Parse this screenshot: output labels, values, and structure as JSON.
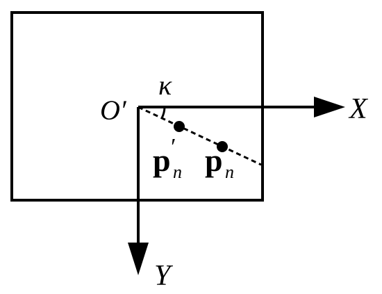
{
  "labels": {
    "origin": "O′",
    "angle": "κ",
    "x_axis": "X",
    "y_axis": "Y",
    "point_prime": {
      "base": "p",
      "prime": "′",
      "subscript": "n"
    },
    "point": {
      "base": "p",
      "subscript": "n"
    }
  },
  "colors": {
    "stroke": "#000000",
    "background": "#ffffff"
  }
}
